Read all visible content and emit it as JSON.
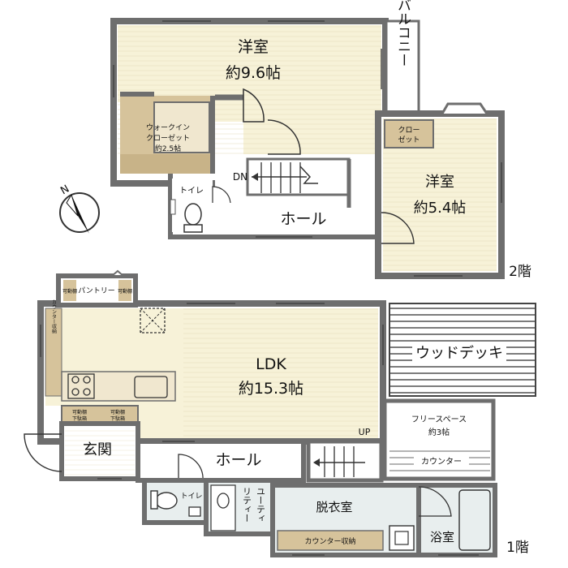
{
  "floor2": {
    "western_room_1": {
      "name": "洋室",
      "size": "約9.6帖"
    },
    "walk_in_closet": {
      "line1": "ウォークイン",
      "line2": "クローゼット",
      "line3": "約2.5帖"
    },
    "balcony": "バルコニー",
    "closet": {
      "line1": "クロー",
      "line2": "ゼット"
    },
    "western_room_2": {
      "name": "洋室",
      "size": "約5.4帖"
    },
    "stairs_label": "DN",
    "toilet": "トイレ",
    "hall": "ホール",
    "floor_label": "2階"
  },
  "floor1": {
    "pantry": "パントリー",
    "movable_shelf": "可動棚",
    "counter_storage_vertical": "カウンター収納",
    "ldk": {
      "name": "LDK",
      "size": "約15.3帖"
    },
    "wood_deck": "ウッドデッキ",
    "free_space": {
      "name": "フリースペース",
      "size": "約3帖"
    },
    "counter": "カウンター",
    "stairs_label": "UP",
    "shoe_shelf": {
      "line1": "可動棚",
      "line2": "下駄箱"
    },
    "entrance": "玄関",
    "hall": "ホール",
    "toilet": "トイレ",
    "utility": {
      "col1": "ユーティ",
      "col2": "リティー"
    },
    "dressing_room": "脱衣室",
    "counter_storage": "カウンター収納",
    "bathroom": "浴室",
    "floor_label": "1階"
  },
  "compass": {
    "label": "N"
  },
  "colors": {
    "wall": "#6e6e6e",
    "room_fill": "#f7f2d8",
    "wic_fill": "#d6c39b",
    "wet_fill": "#e8eeee",
    "deck_line": "#555555",
    "hatch": "#d9d0b0"
  }
}
